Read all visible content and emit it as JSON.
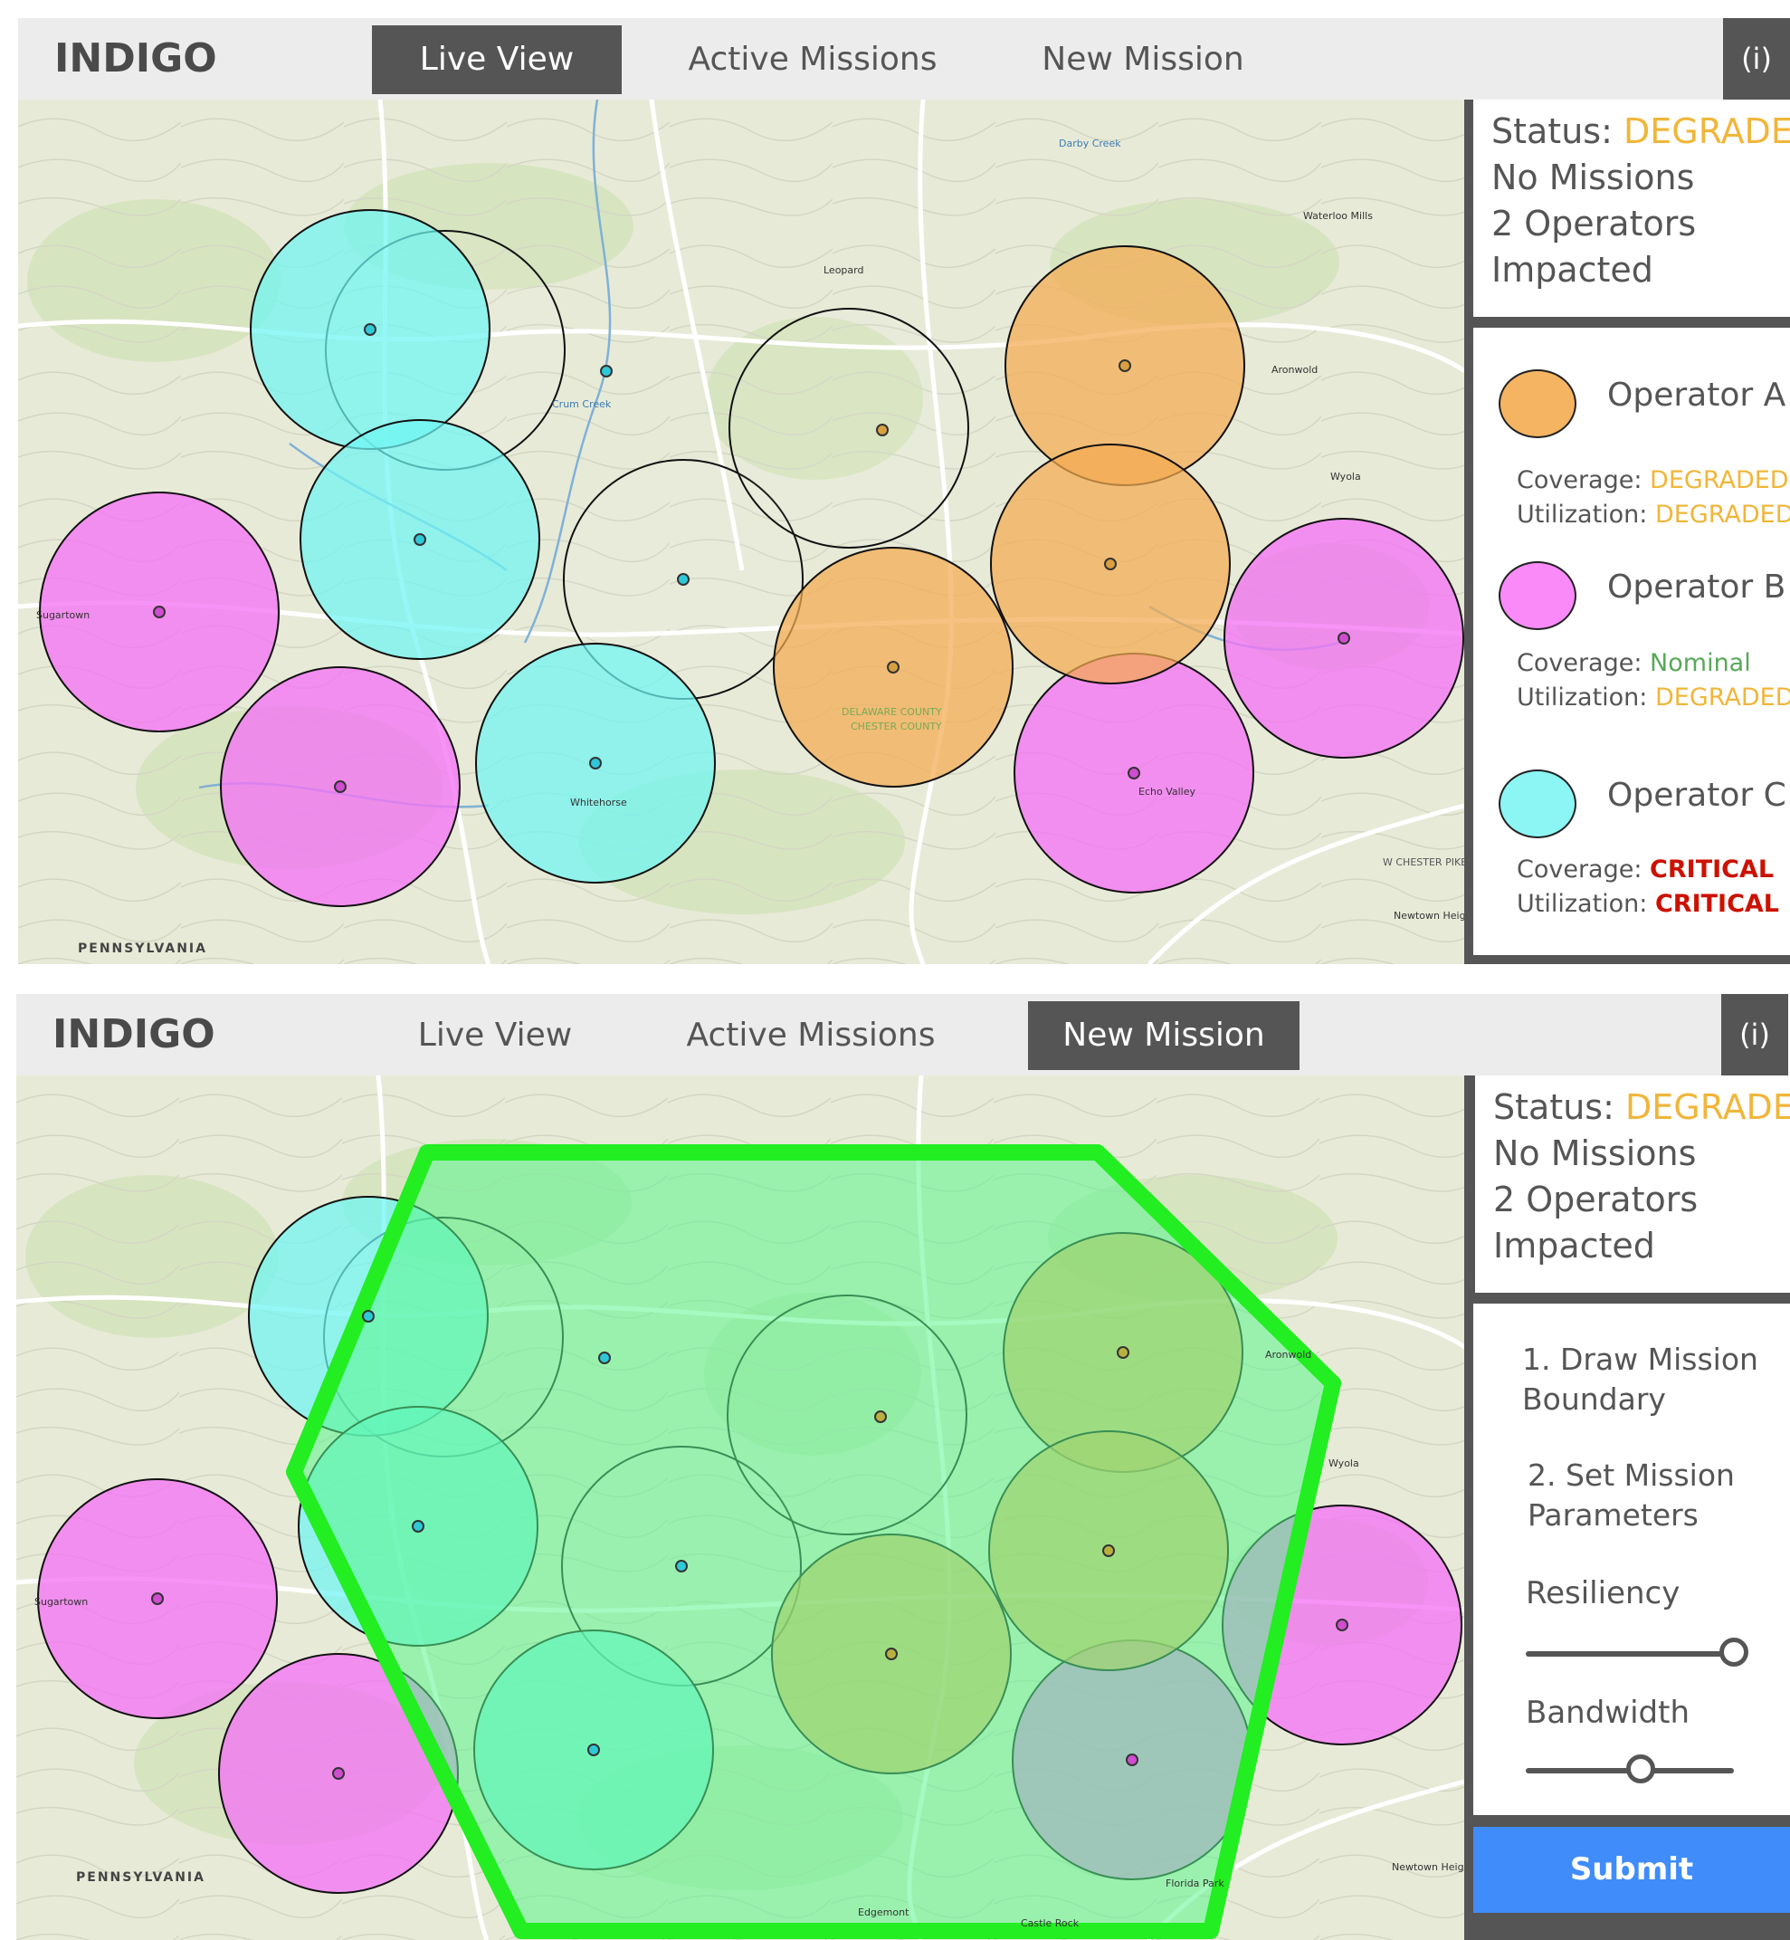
{
  "app": {
    "brand": "INDIGO",
    "info_label": "(i)"
  },
  "tabs": [
    "Live View",
    "Active Missions",
    "New Mission"
  ],
  "status": {
    "label": "Status: ",
    "value": "DEGRADED",
    "missions": "No Missions",
    "operators": "2 Operators",
    "impacted": "Impacted"
  },
  "operators": [
    {
      "name": "Operator A",
      "color": "#f5b462",
      "coverage_label": "Coverage: ",
      "coverage": "DEGRADED",
      "coverage_level": "degraded",
      "utilization_label": "Utilization: ",
      "utilization": "DEGRADED",
      "utilization_level": "degraded"
    },
    {
      "name": "Operator B",
      "color": "#f98af8",
      "coverage_label": "Coverage: ",
      "coverage": "Nominal",
      "coverage_level": "nominal",
      "utilization_label": "Utilization: ",
      "utilization": "DEGRADED",
      "utilization_level": "degraded"
    },
    {
      "name": "Operator C",
      "color": "#8cf6f4",
      "coverage_label": "Coverage: ",
      "coverage": "CRITICAL",
      "coverage_level": "critical",
      "utilization_label": "Utilization: ",
      "utilization": "CRITICAL",
      "utilization_level": "critical"
    }
  ],
  "map_labels": {
    "state": "PENNSYLVANIA",
    "places": [
      "Sugartown",
      "Whitehorse",
      "Echo Valley",
      "Leopard",
      "Aronwold",
      "Wyola",
      "Waterloo Mills",
      "Newtown Heights",
      "Edgemont",
      "Castle Rock",
      "Florida Park"
    ],
    "roads": [
      "DELAWARE COUNTY",
      "CHESTER COUNTY",
      "W CHESTER PIKE",
      "Crum Creek",
      "Darby Creek"
    ]
  },
  "mission": {
    "step1": "1. Draw Mission Boundary",
    "step2": "2. Set Mission Parameters",
    "params": [
      {
        "label": "Resiliency",
        "value": 1.0
      },
      {
        "label": "Bandwidth",
        "value": 0.55
      }
    ],
    "submit": "Submit",
    "boundary_color": "#22ee22"
  }
}
